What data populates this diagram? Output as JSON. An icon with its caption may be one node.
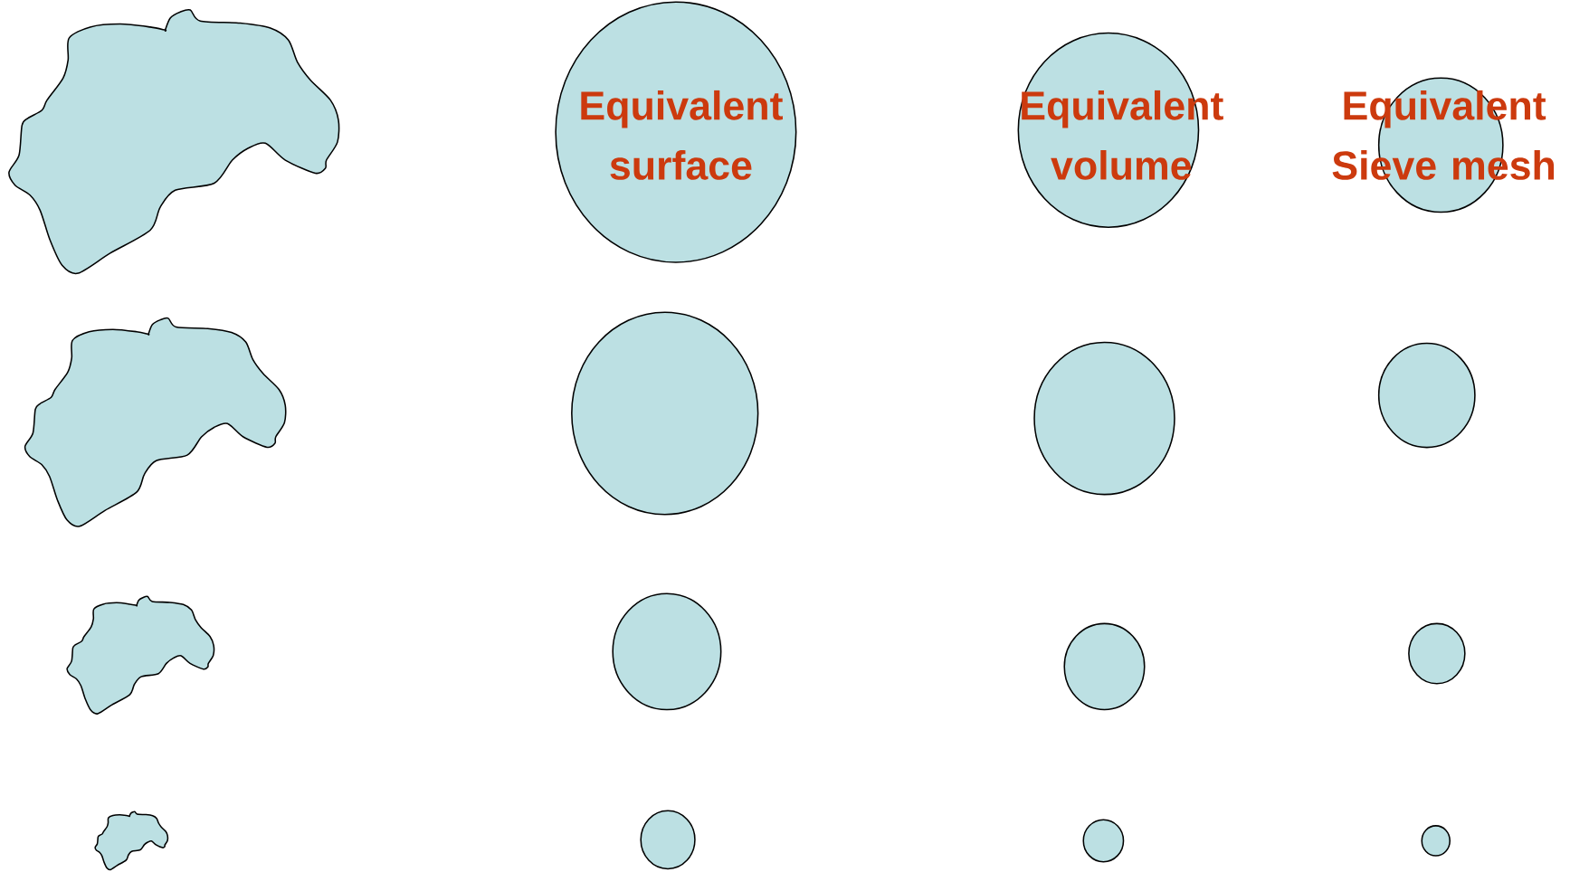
{
  "diagram": {
    "nodes": [
      {
        "text": [],
        "shape": "blob"
      },
      {
        "text": [
          "Equivalent surface"
        ]
      },
      {
        "text": [
          "Equivalent volume"
        ]
      },
      {
        "text": [
          "Equivalent Sieve mesh"
        ]
      },
      {
        "text": [],
        "shape": "blob"
      },
      {
        "text": [],
        "shape": "circle"
      },
      {
        "text": [],
        "shape": "circle"
      },
      {
        "text": [],
        "shape": "circle"
      },
      {
        "text": [],
        "shape": "blob"
      },
      {
        "text": [],
        "shape": "circle"
      },
      {
        "text": [],
        "shape": "circle"
      },
      {
        "text": [],
        "shape": "circle"
      },
      {
        "text": [],
        "shape": "blob"
      },
      {
        "text": [],
        "shape": "circle"
      },
      {
        "text": [],
        "shape": "circle"
      },
      {
        "text": [],
        "shape": "circle"
      }
    ]
  }
}
